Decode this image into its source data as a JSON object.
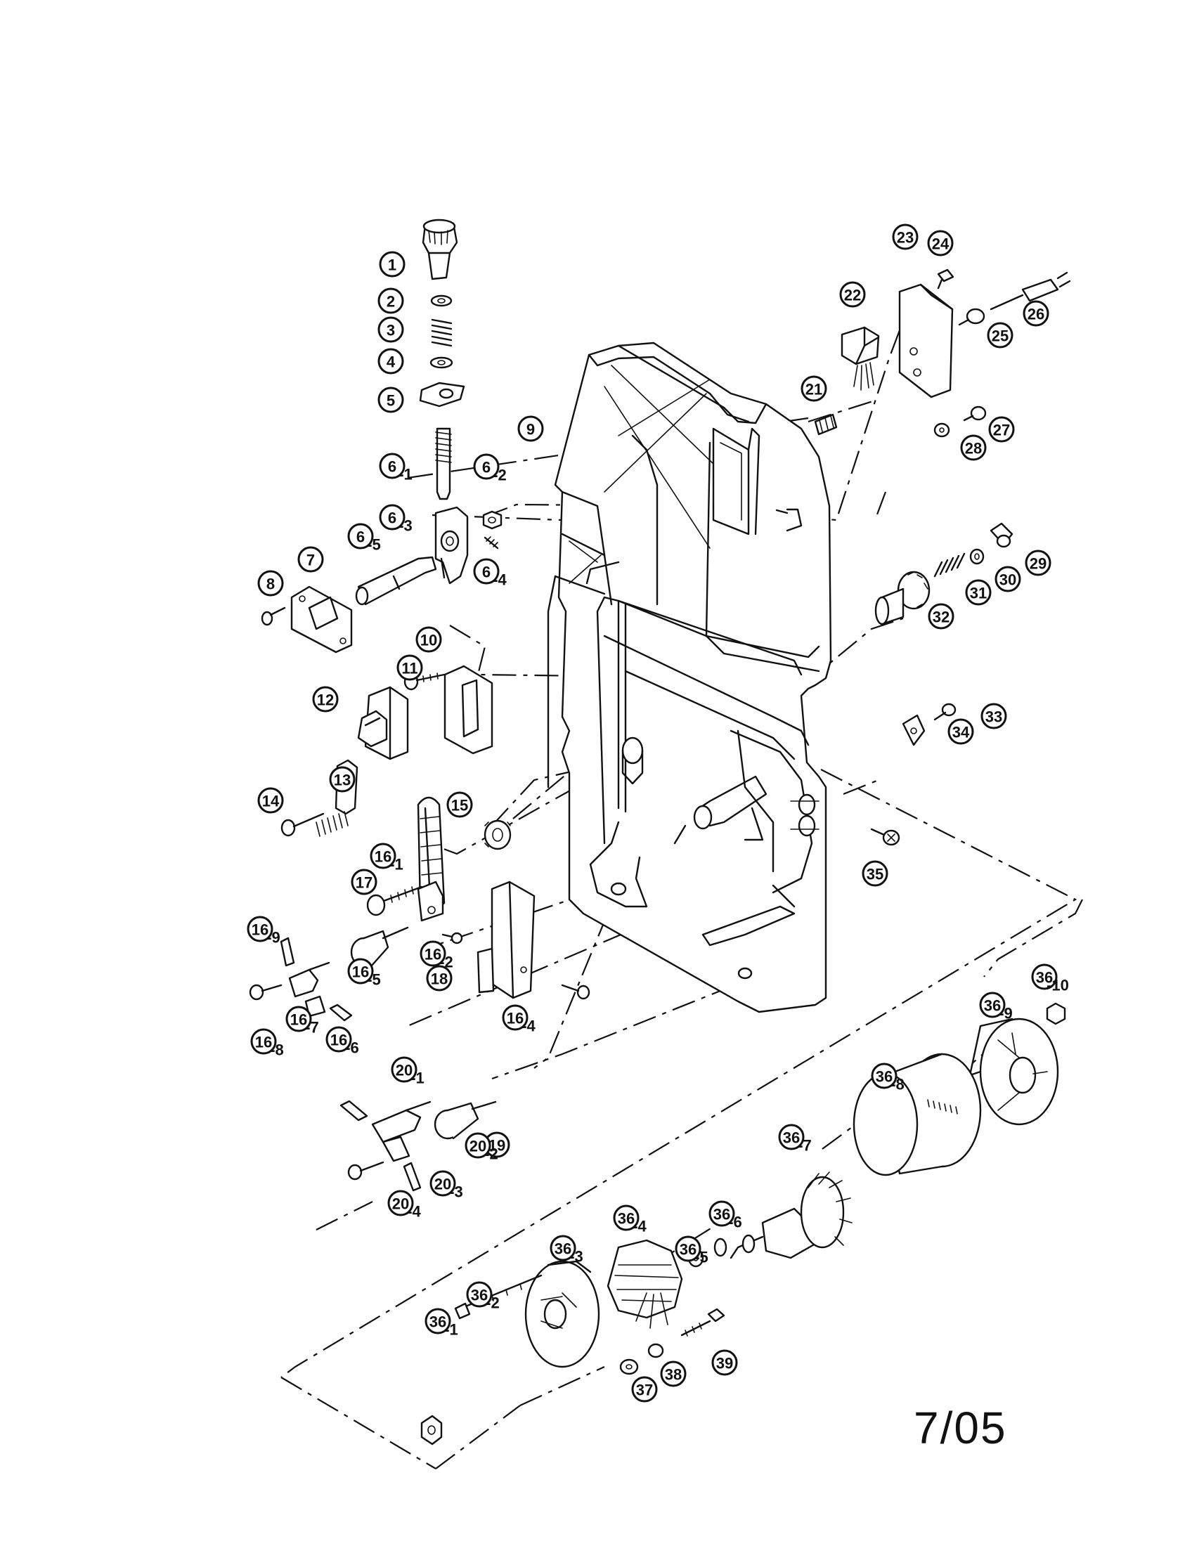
{
  "diagram": {
    "date_code": "7/05",
    "parts": [
      {
        "label": "1",
        "suffix": ""
      },
      {
        "label": "2",
        "suffix": ""
      },
      {
        "label": "3",
        "suffix": ""
      },
      {
        "label": "4",
        "suffix": ""
      },
      {
        "label": "5",
        "suffix": ""
      },
      {
        "label": "6",
        "suffix": "-1"
      },
      {
        "label": "6",
        "suffix": "-2"
      },
      {
        "label": "6",
        "suffix": "-3"
      },
      {
        "label": "6",
        "suffix": "-4"
      },
      {
        "label": "6",
        "suffix": "-5"
      },
      {
        "label": "7",
        "suffix": ""
      },
      {
        "label": "8",
        "suffix": ""
      },
      {
        "label": "9",
        "suffix": ""
      },
      {
        "label": "10",
        "suffix": ""
      },
      {
        "label": "11",
        "suffix": ""
      },
      {
        "label": "12",
        "suffix": ""
      },
      {
        "label": "13",
        "suffix": ""
      },
      {
        "label": "14",
        "suffix": ""
      },
      {
        "label": "15",
        "suffix": ""
      },
      {
        "label": "16",
        "suffix": "-1"
      },
      {
        "label": "16",
        "suffix": "-2"
      },
      {
        "label": "16",
        "suffix": "-4"
      },
      {
        "label": "16",
        "suffix": "-5"
      },
      {
        "label": "16",
        "suffix": "-6"
      },
      {
        "label": "16",
        "suffix": "-7"
      },
      {
        "label": "16",
        "suffix": "-8"
      },
      {
        "label": "16",
        "suffix": "-9"
      },
      {
        "label": "17",
        "suffix": ""
      },
      {
        "label": "18",
        "suffix": ""
      },
      {
        "label": "19",
        "suffix": ""
      },
      {
        "label": "20",
        "suffix": "-1"
      },
      {
        "label": "20",
        "suffix": "-2"
      },
      {
        "label": "20",
        "suffix": "-3"
      },
      {
        "label": "20",
        "suffix": "-4"
      },
      {
        "label": "21",
        "suffix": ""
      },
      {
        "label": "22",
        "suffix": ""
      },
      {
        "label": "23",
        "suffix": ""
      },
      {
        "label": "24",
        "suffix": ""
      },
      {
        "label": "25",
        "suffix": ""
      },
      {
        "label": "26",
        "suffix": ""
      },
      {
        "label": "27",
        "suffix": ""
      },
      {
        "label": "28",
        "suffix": ""
      },
      {
        "label": "29",
        "suffix": ""
      },
      {
        "label": "30",
        "suffix": ""
      },
      {
        "label": "31",
        "suffix": ""
      },
      {
        "label": "32",
        "suffix": ""
      },
      {
        "label": "33",
        "suffix": ""
      },
      {
        "label": "34",
        "suffix": ""
      },
      {
        "label": "35",
        "suffix": ""
      },
      {
        "label": "36",
        "suffix": "-1"
      },
      {
        "label": "36",
        "suffix": "-2"
      },
      {
        "label": "36",
        "suffix": "-3"
      },
      {
        "label": "36",
        "suffix": "-4"
      },
      {
        "label": "36",
        "suffix": "-5"
      },
      {
        "label": "36",
        "suffix": "-6"
      },
      {
        "label": "36",
        "suffix": "-7"
      },
      {
        "label": "36",
        "suffix": "-8"
      },
      {
        "label": "36",
        "suffix": "-9"
      },
      {
        "label": "36",
        "suffix": "-10"
      },
      {
        "label": "37",
        "suffix": ""
      },
      {
        "label": "38",
        "suffix": ""
      },
      {
        "label": "39",
        "suffix": ""
      }
    ]
  }
}
